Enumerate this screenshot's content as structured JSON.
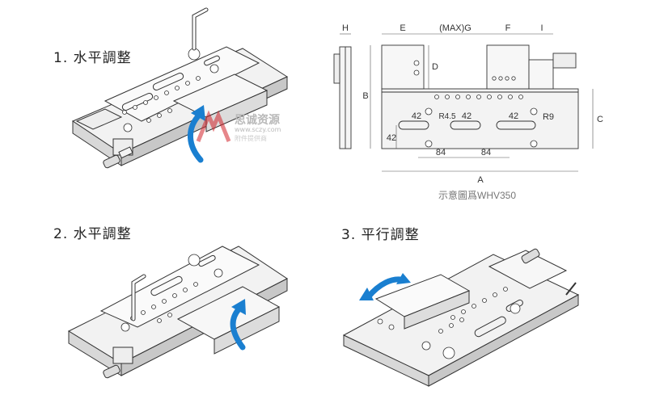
{
  "steps": {
    "s1": "1. 水平調整",
    "s2": "2. 水平調整",
    "s3": "3. 平行調整"
  },
  "drawing": {
    "caption": "示意圖爲WHV350",
    "dims": {
      "H": "H",
      "E": "E",
      "G": "(MAX)G",
      "F": "F",
      "I": "I",
      "D": "D",
      "B": "B",
      "C": "C",
      "A": "A",
      "d42a": "42",
      "d42b": "42",
      "d42c": "42",
      "d42v": "42",
      "r45": "R4.5",
      "r9": "R9",
      "d84a": "84",
      "d84b": "84"
    }
  },
  "watermark": {
    "title": "思诚资源",
    "url": "www.sczy.com",
    "tagline": "附件提供商"
  },
  "colors": {
    "arrow": "#1a7fd0",
    "metal": "#e8e8e8",
    "line": "#333333",
    "accent": "#d2232a"
  }
}
